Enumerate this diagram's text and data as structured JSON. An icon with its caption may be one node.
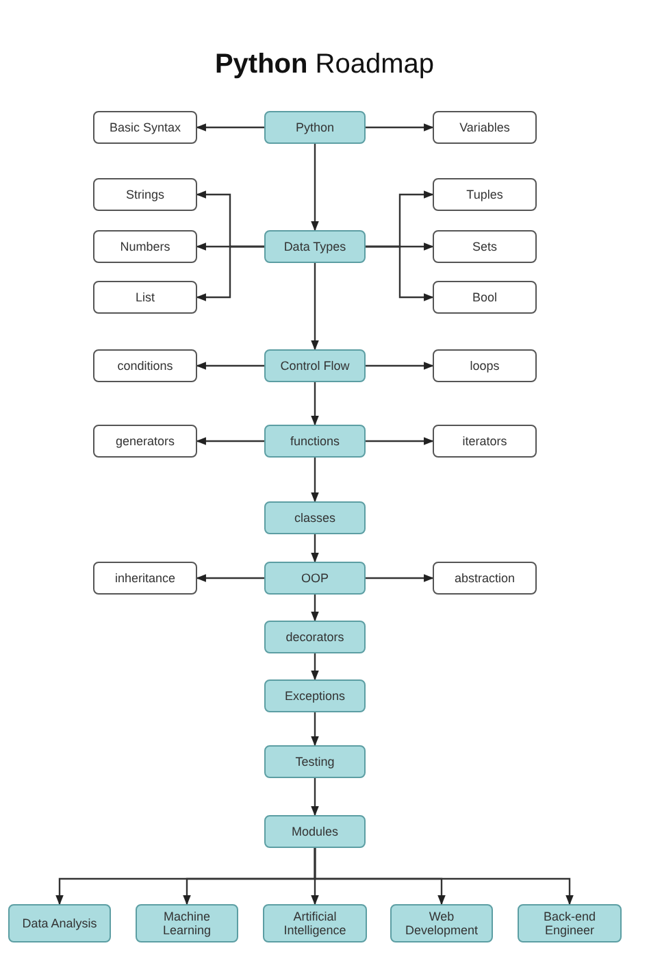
{
  "diagram": {
    "title": "**Python** Roadmap",
    "nodes": [
      {
        "text": [
          "Basic Syntax"
        ]
      },
      {
        "text": [
          "Python"
        ]
      },
      {
        "text": [
          "Variables"
        ]
      },
      {
        "text": [
          "Strings"
        ]
      },
      {
        "text": [
          "Tuples"
        ]
      },
      {
        "text": [
          "Numbers"
        ]
      },
      {
        "text": [
          "Data Types"
        ]
      },
      {
        "text": [
          "Sets"
        ]
      },
      {
        "text": [
          "List"
        ]
      },
      {
        "text": [
          "Bool"
        ]
      },
      {
        "text": [
          "conditions"
        ]
      },
      {
        "text": [
          "Control Flow"
        ]
      },
      {
        "text": [
          "loops"
        ]
      },
      {
        "text": [
          "generators"
        ]
      },
      {
        "text": [
          "functions"
        ]
      },
      {
        "text": [
          "iterators"
        ]
      },
      {
        "text": [
          "classes"
        ]
      },
      {
        "text": [
          "inheritance"
        ]
      },
      {
        "text": [
          "OOP"
        ]
      },
      {
        "text": [
          "abstraction"
        ]
      },
      {
        "text": [
          "decorators"
        ]
      },
      {
        "text": [
          "Exceptions"
        ]
      },
      {
        "text": [
          "Testing"
        ]
      },
      {
        "text": [
          "Modules"
        ]
      },
      {
        "text": [
          "Data Analysis"
        ]
      },
      {
        "text": [
          "Machine Learning"
        ]
      },
      {
        "text": [
          "Artificial Intelligence"
        ]
      },
      {
        "text": [
          "Web Development"
        ]
      },
      {
        "text": [
          "Back-end Engineer"
        ]
      }
    ],
    "edges": [
      {
        "from": 1,
        "to": 0,
        "arrow": "to"
      },
      {
        "from": 1,
        "to": 2,
        "arrow": "to"
      },
      {
        "from": 1,
        "to": 6,
        "arrow": "to"
      },
      {
        "from": 6,
        "to": 3,
        "arrow": "to"
      },
      {
        "from": 6,
        "to": 5,
        "arrow": "to"
      },
      {
        "from": 6,
        "to": 8,
        "arrow": "to"
      },
      {
        "from": 6,
        "to": 4,
        "arrow": "to"
      },
      {
        "from": 6,
        "to": 7,
        "arrow": "to"
      },
      {
        "from": 6,
        "to": 9,
        "arrow": "to"
      },
      {
        "from": 6,
        "to": 11,
        "arrow": "to"
      },
      {
        "from": 11,
        "to": 10,
        "arrow": "to"
      },
      {
        "from": 11,
        "to": 12,
        "arrow": "to"
      },
      {
        "from": 11,
        "to": 14,
        "arrow": "to"
      },
      {
        "from": 14,
        "to": 13,
        "arrow": "to"
      },
      {
        "from": 14,
        "to": 15,
        "arrow": "to"
      },
      {
        "from": 14,
        "to": 16,
        "arrow": "to"
      },
      {
        "from": 16,
        "to": 18,
        "arrow": "to"
      },
      {
        "from": 18,
        "to": 17,
        "arrow": "to"
      },
      {
        "from": 18,
        "to": 19,
        "arrow": "to"
      },
      {
        "from": 18,
        "to": 20,
        "arrow": "to"
      },
      {
        "from": 20,
        "to": 21,
        "arrow": "to"
      },
      {
        "from": 21,
        "to": 22,
        "arrow": "to"
      },
      {
        "from": 22,
        "to": 23,
        "arrow": "to"
      },
      {
        "from": 23,
        "to": 24,
        "arrow": "to"
      },
      {
        "from": 23,
        "to": 25,
        "arrow": "to"
      },
      {
        "from": 23,
        "to": 26,
        "arrow": "to"
      },
      {
        "from": 23,
        "to": 27,
        "arrow": "to"
      },
      {
        "from": 23,
        "to": 28,
        "arrow": "to"
      }
    ]
  }
}
